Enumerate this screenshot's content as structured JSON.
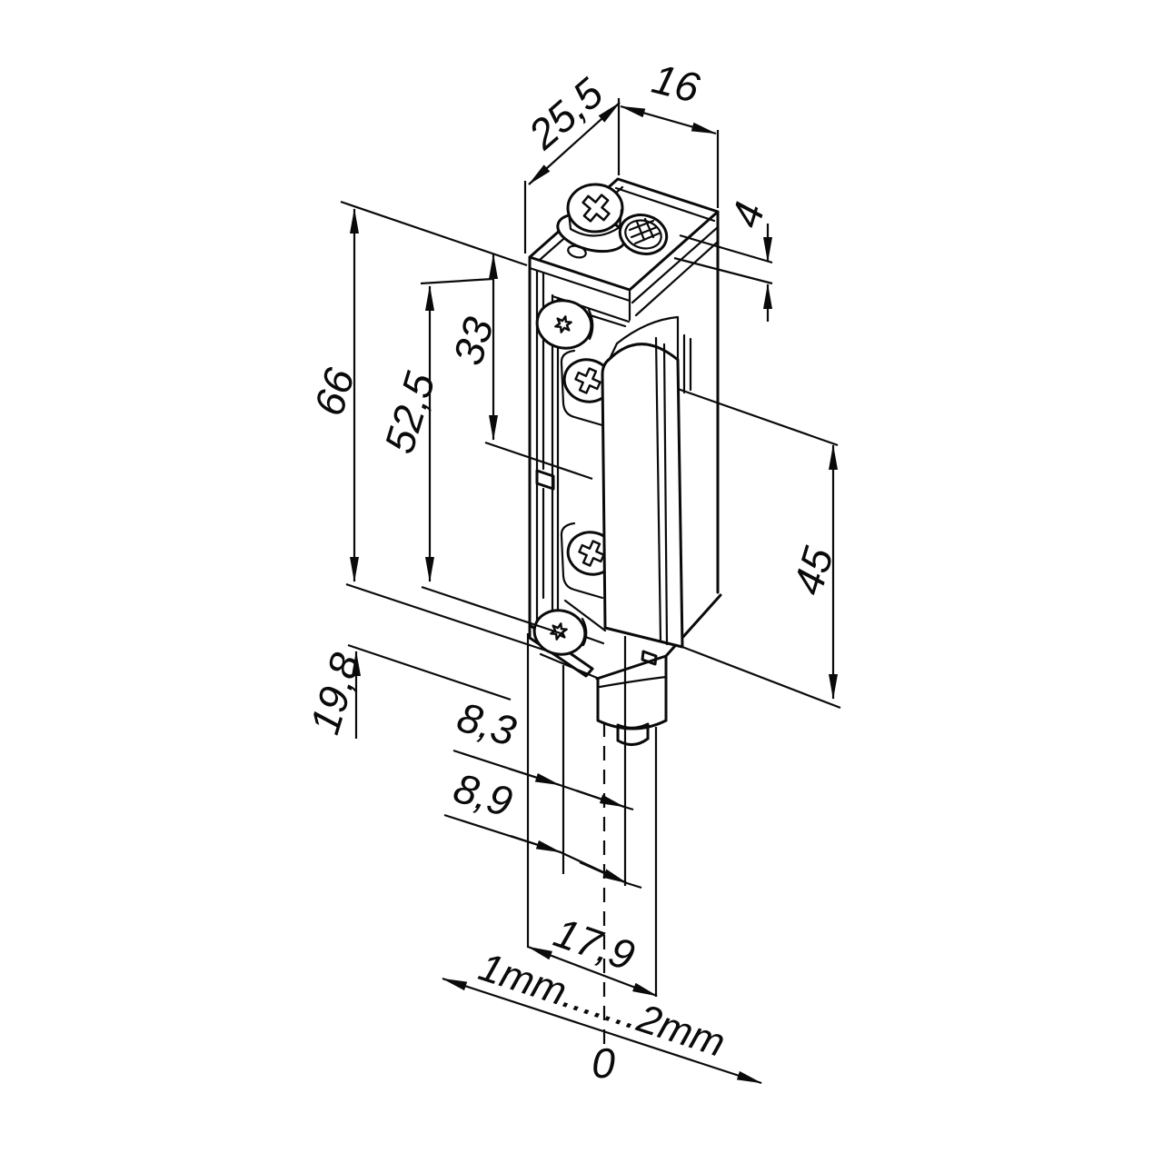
{
  "drawing": {
    "unit_note": "mm",
    "dims": {
      "depth_total": "25,5",
      "width_top": "16",
      "faceplate_lip": "4",
      "overall_height": "66",
      "body_height": "52,5",
      "window_height": "33",
      "keeper_height": "45",
      "bottom_extension": "19,8",
      "offset_a": "8,3",
      "offset_b": "8,9",
      "depth_bottom": "17,9",
      "adjust_range": "1mm.......2mm",
      "zero_mark": "0"
    },
    "colors": {
      "line": "#0a0a0a",
      "background": "#ffffff"
    }
  }
}
